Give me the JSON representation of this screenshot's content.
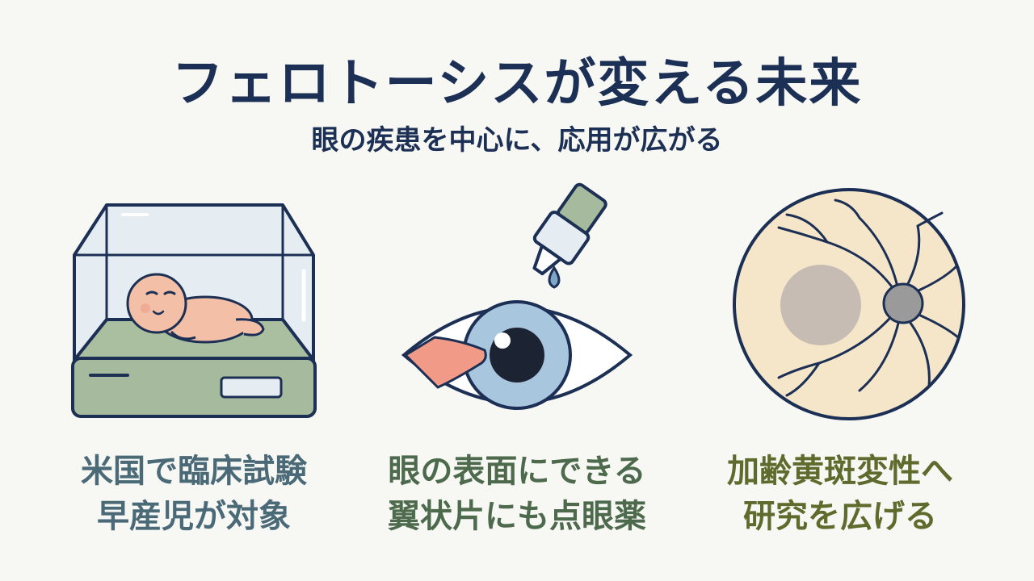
{
  "title": "フェロトーシスが変える未来",
  "subtitle": "眼の疾患を中心に、応用が広がる",
  "panels": [
    {
      "icon": "baby-incubator-icon",
      "line1": "米国で臨床試験",
      "line2": "早産児が対象",
      "color": "#4b6a78"
    },
    {
      "icon": "eye-dropper-icon",
      "line1": "眼の表面にできる",
      "line2": "翼状片にも点眼薬",
      "color": "#4d6a4d"
    },
    {
      "icon": "retina-icon",
      "line1": "加齢黄斑変性へ",
      "line2": "研究を広げる",
      "color": "#5f6a2d"
    }
  ]
}
